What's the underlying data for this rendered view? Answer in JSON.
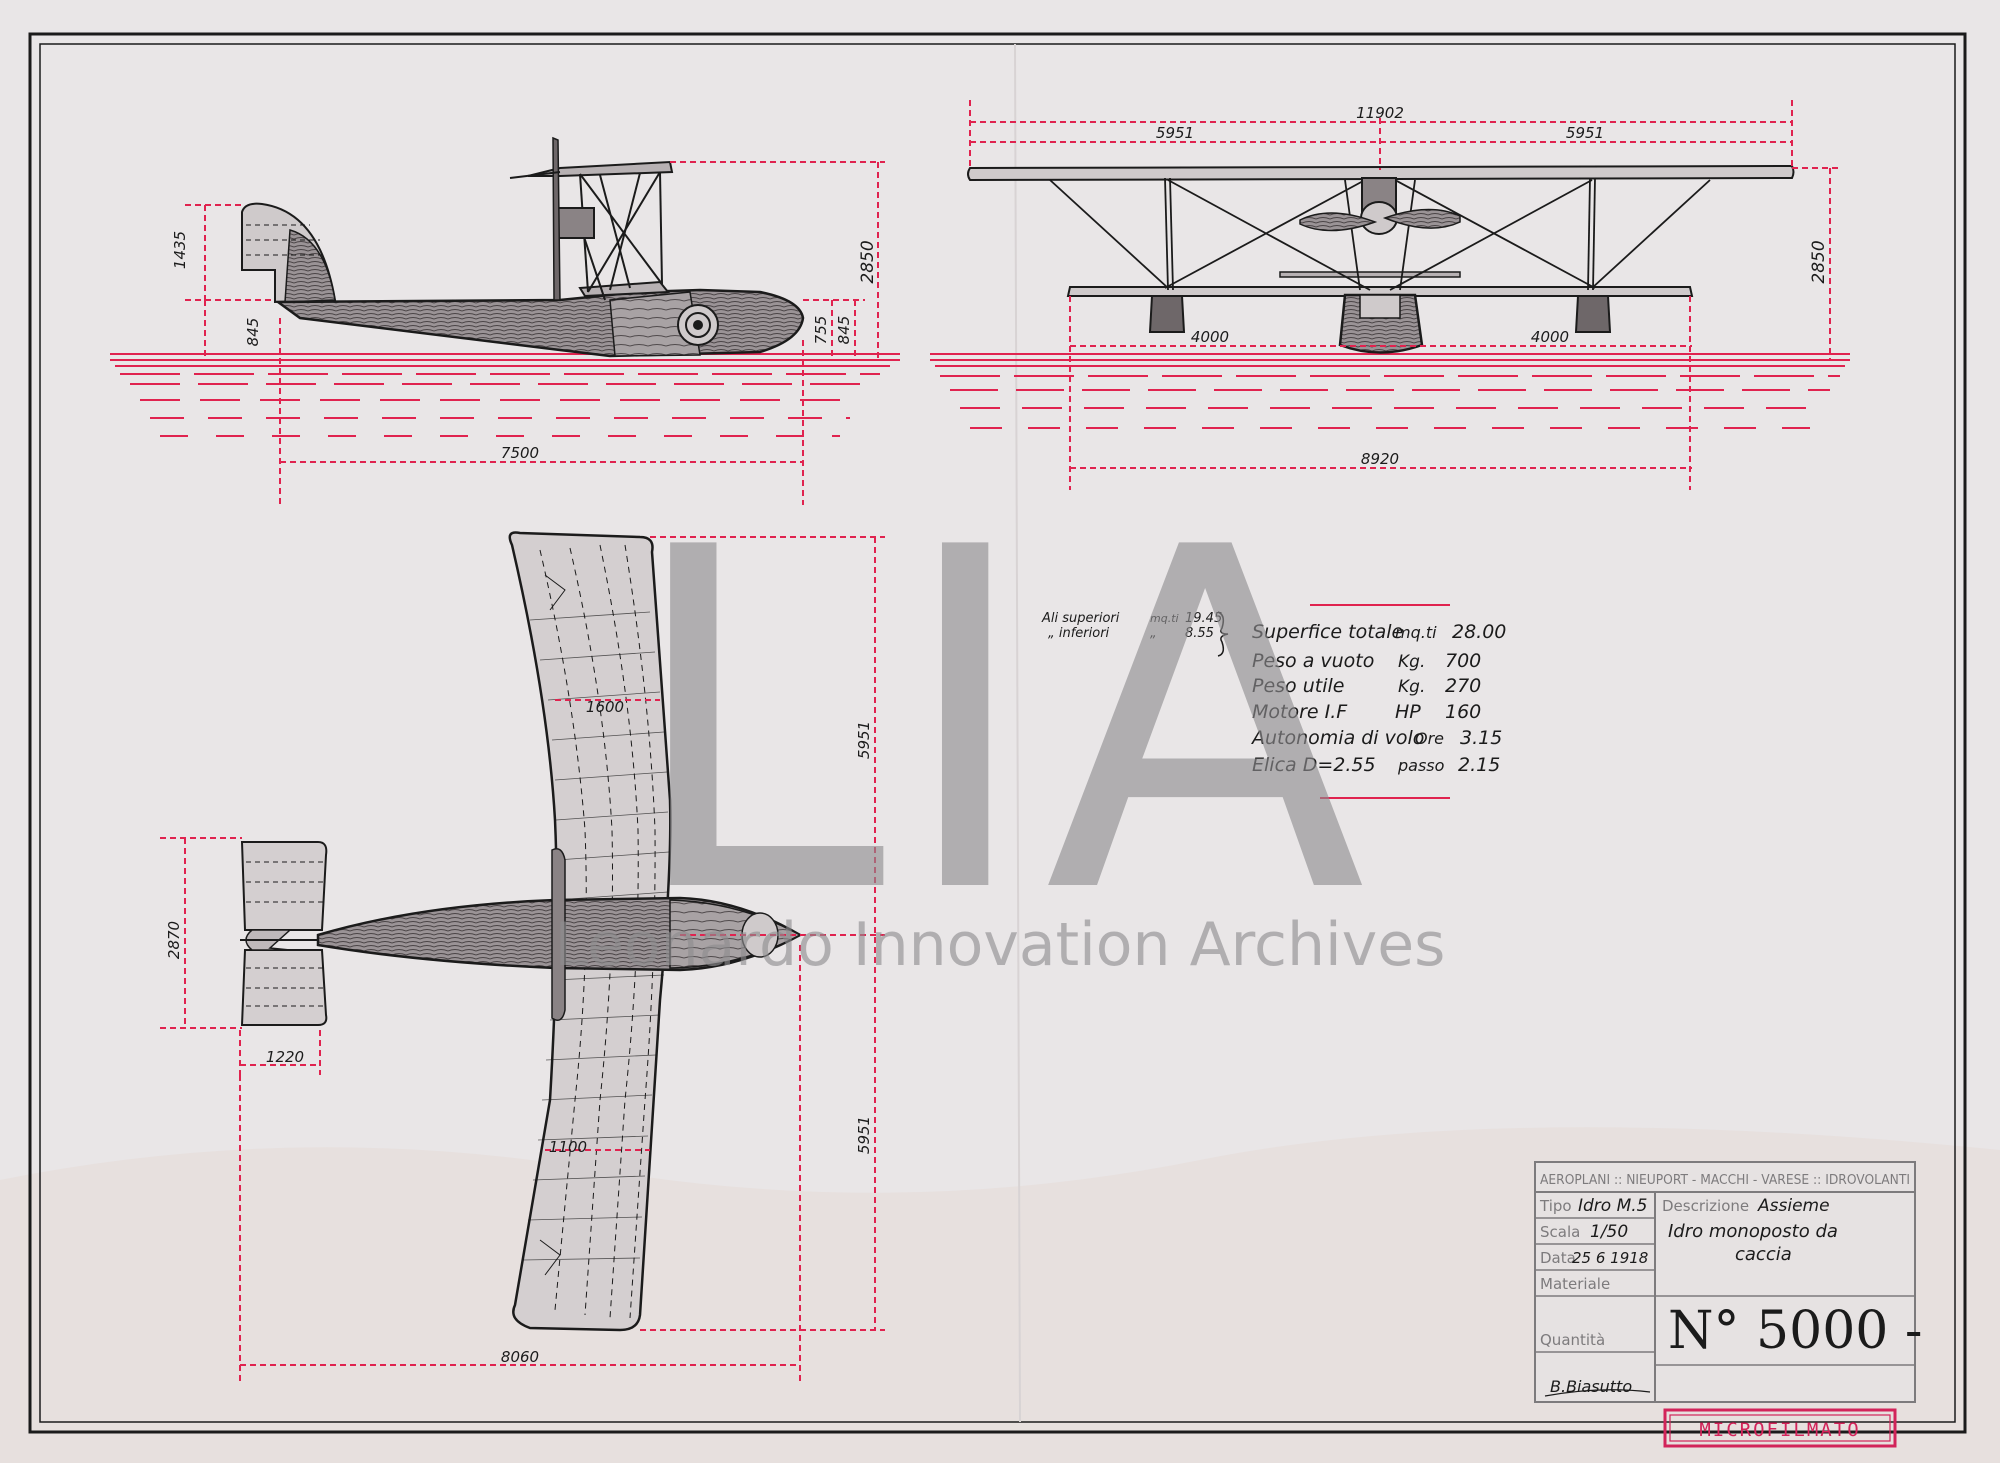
{
  "colors": {
    "paper": "#e9e6e7",
    "ink": "#1b1b1b",
    "dimension_red": "#e0234f",
    "watermark": "#8e8d8f",
    "stamp_red": "#d2245a"
  },
  "side_view": {
    "dims": {
      "tail_height": "1435",
      "tail_base": "845",
      "height": "2850",
      "hull_755": "755",
      "hull_845": "845",
      "length": "7500"
    }
  },
  "front_view": {
    "dims": {
      "span": "11902",
      "half_left": "5951",
      "half_right": "5951",
      "height": "2850",
      "float_left": "4000",
      "float_right": "4000",
      "lower_span": "8920"
    }
  },
  "top_view": {
    "dims": {
      "chord_upper": "1600",
      "chord_lower": "1100",
      "semi_span_upper": "5951",
      "semi_span_lower": "5951",
      "tail_span": "2870",
      "tail_chord": "1220",
      "length": "8060"
    }
  },
  "wing_note": {
    "upper_label": "Ali superiori",
    "upper_unit": "mq.ti",
    "upper_value": "19.45",
    "lower_label": "„ inferiori",
    "lower_unit": "„",
    "lower_value": "8.55"
  },
  "specs": [
    {
      "label": "Superfice totale",
      "unit": "mq.ti",
      "value": "28.00"
    },
    {
      "label": "Peso a vuoto",
      "unit": "Kg.",
      "value": "700"
    },
    {
      "label": "Peso utile",
      "unit": "Kg.",
      "value": "270"
    },
    {
      "label": "Motore I.F",
      "unit": "HP",
      "value": "160"
    },
    {
      "label": "Autonomia di volo",
      "unit": "Ore",
      "value": "3.15"
    },
    {
      "label": "Elica D=2.55",
      "unit": "passo",
      "value": "2.15"
    }
  ],
  "title_block": {
    "header": "AEROPLANI :: NIEUPORT - MACCHI - VARESE :: IDROVOLANTI",
    "tipo_label": "Tipo",
    "tipo_value": "Idro M.5",
    "scala_label": "Scala",
    "scala_value": "1/50",
    "data_label": "Data",
    "data_value": "25 6 1918",
    "materiale_label": "Materiale",
    "quantita_label": "Quantità",
    "descrizione_label": "Descrizione",
    "descrizione_value": "Assieme",
    "desc_line1": "Idro monoposto da",
    "desc_line2": "caccia",
    "number": "N° 5000 -",
    "signature": "B.Biasutto"
  },
  "stamp": "MICROFILMATO",
  "watermark": {
    "logo": "LIA",
    "text": "Leonardo Innovation Archives"
  }
}
